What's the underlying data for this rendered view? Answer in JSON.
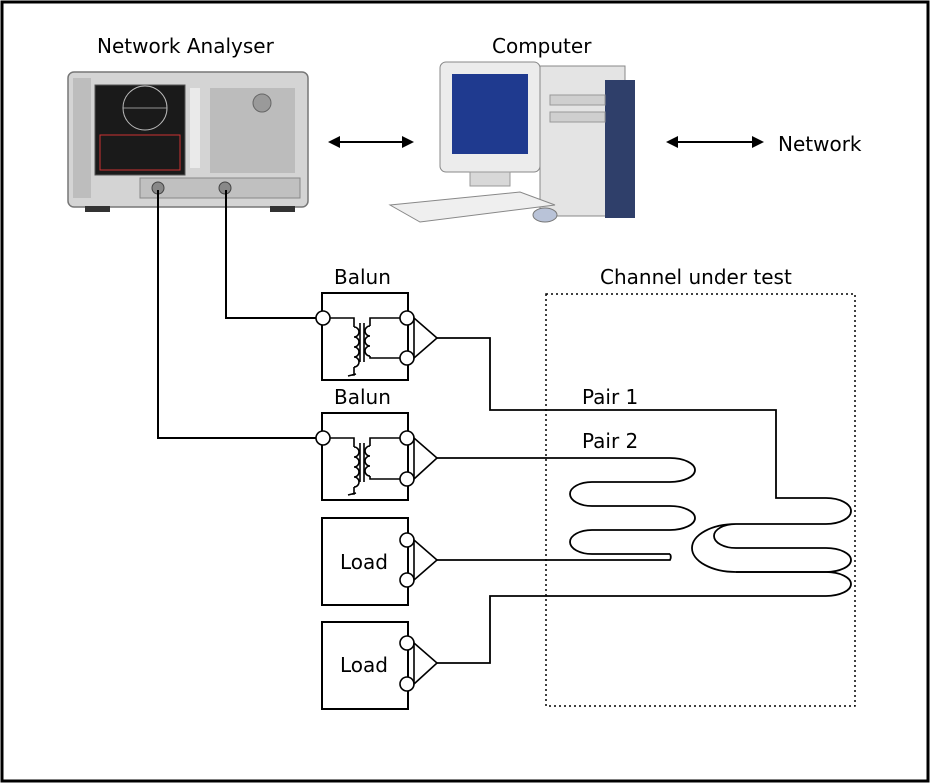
{
  "labels": {
    "network_analyser": "Network Analyser",
    "computer": "Computer",
    "network": "Network",
    "balun_top": "Balun",
    "balun_bottom": "Balun",
    "channel_under_test": "Channel under test",
    "pair1": "Pair 1",
    "pair2": "Pair 2",
    "load_top": "Load",
    "load_bottom": "Load"
  },
  "colors": {
    "line": "#000000",
    "instrument_body": "#c9c9c9",
    "instrument_screen": "#1a1a1a",
    "monitor_screen": "#1f3a8f",
    "computer_body": "#e6e6e6"
  },
  "icons": {
    "arrow_left": "double-arrow-icon",
    "arrow_right": "double-arrow-icon"
  }
}
